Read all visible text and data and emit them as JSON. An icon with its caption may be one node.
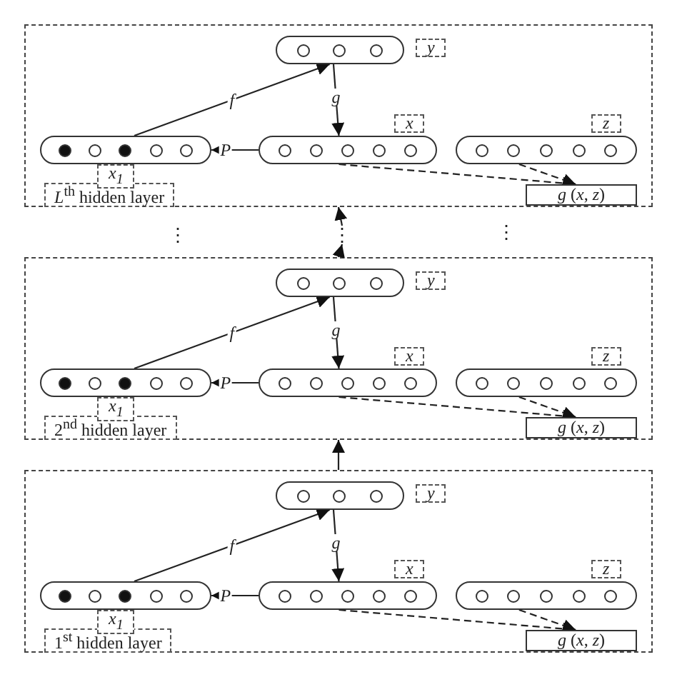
{
  "diagram": {
    "nodes": [
      {
        "text": [
          "*L*$^{th}$ hidden layer"
        ]
      },
      {
        "text": [],
        "shape": "pill",
        "in": 0,
        "beside": [
          "y"
        ]
      },
      {
        "text": [],
        "shape": "pill",
        "in": 0,
        "beside": [
          "*x*$_{1}$"
        ]
      },
      {
        "text": [],
        "shape": "pill",
        "in": 0,
        "beside": [
          "x"
        ]
      },
      {
        "text": [],
        "shape": "pill",
        "in": 0,
        "beside": [
          "z"
        ]
      },
      {
        "text": [
          "*g* (*x*, *z*)"
        ],
        "in": 0
      },
      {
        "text": [
          "⋮"
        ]
      },
      {
        "text": [
          "2$^{nd}$ hidden layer"
        ]
      },
      {
        "text": [],
        "shape": "pill",
        "in": 7,
        "beside": [
          "y"
        ]
      },
      {
        "text": [],
        "shape": "pill",
        "in": 7,
        "beside": [
          "*x*$_{1}$"
        ]
      },
      {
        "text": [],
        "shape": "pill",
        "in": 7,
        "beside": [
          "x"
        ]
      },
      {
        "text": [],
        "shape": "pill",
        "in": 7,
        "beside": [
          "z"
        ]
      },
      {
        "text": [
          "*g* (*x*, *z*)"
        ],
        "in": 7
      },
      {
        "text": [
          "1$^{st}$ hidden layer"
        ]
      },
      {
        "text": [],
        "shape": "pill",
        "in": 13,
        "beside": [
          "y"
        ]
      },
      {
        "text": [],
        "shape": "pill",
        "in": 13,
        "beside": [
          "*x*$_{1}$"
        ]
      },
      {
        "text": [],
        "shape": "pill",
        "in": 13,
        "beside": [
          "x"
        ]
      },
      {
        "text": [],
        "shape": "pill",
        "in": 13,
        "beside": [
          "z"
        ]
      },
      {
        "text": [
          "*g* (*x*, *z*)"
        ],
        "in": 13
      }
    ],
    "edges": [
      {
        "from": 2,
        "to": 1,
        "arrow": "to",
        "label": "f"
      },
      {
        "from": 1,
        "to": 3,
        "arrow": "to",
        "label": "g"
      },
      {
        "from": 3,
        "to": 2,
        "arrow": "to",
        "label": "P"
      },
      {
        "from": 3,
        "to": 5,
        "arrow": "to",
        "style": "dashed"
      },
      {
        "from": 4,
        "to": 5,
        "arrow": "to",
        "style": "dashed"
      },
      {
        "from": 9,
        "to": 8,
        "arrow": "to",
        "label": "f"
      },
      {
        "from": 8,
        "to": 10,
        "arrow": "to",
        "label": "g"
      },
      {
        "from": 10,
        "to": 9,
        "arrow": "to",
        "label": "P"
      },
      {
        "from": 10,
        "to": 12,
        "arrow": "to",
        "style": "dashed"
      },
      {
        "from": 11,
        "to": 12,
        "arrow": "to",
        "style": "dashed"
      },
      {
        "from": 15,
        "to": 14,
        "arrow": "to",
        "label": "f"
      },
      {
        "from": 14,
        "to": 16,
        "arrow": "to",
        "label": "g"
      },
      {
        "from": 16,
        "to": 15,
        "arrow": "to",
        "label": "P"
      },
      {
        "from": 16,
        "to": 18,
        "arrow": "to",
        "style": "dashed"
      },
      {
        "from": 17,
        "to": 18,
        "arrow": "to",
        "style": "dashed"
      },
      {
        "from": 6,
        "to": 0,
        "arrow": "to"
      },
      {
        "from": 7,
        "to": 6,
        "arrow": "to"
      },
      {
        "from": 13,
        "to": 7,
        "arrow": "to"
      }
    ],
    "labels": [
      "⋮",
      "⋮"
    ]
  }
}
